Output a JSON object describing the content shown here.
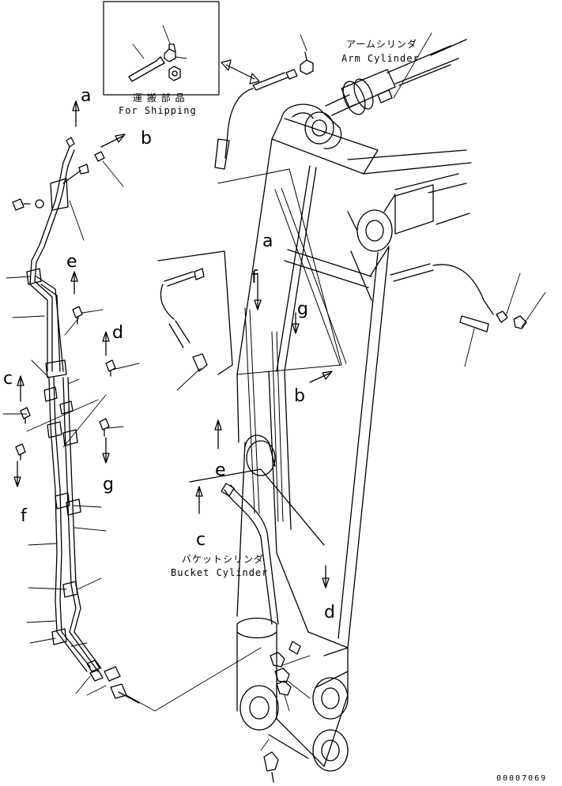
{
  "callouts": {
    "shipping_jp": "運 搬 部 品",
    "shipping_en": "For Shipping",
    "arm_cylinder_jp": "アームシリンダ",
    "arm_cylinder_en": "Arm Cylinder",
    "bucket_cylinder_jp": "バケットシリンダ",
    "bucket_cylinder_en": "Bucket Cylinder",
    "drawing_number": "00007069"
  },
  "connection_labels": {
    "a_left": "a",
    "b_left": "b",
    "c_left": "c",
    "d_left": "d",
    "e_left": "e",
    "f_left": "f",
    "g_left": "g",
    "a_boom": "a",
    "b_boom": "b",
    "c_boom": "c",
    "d_boom": "d",
    "e_boom": "e",
    "f_boom": "f",
    "g_boom": "g"
  }
}
